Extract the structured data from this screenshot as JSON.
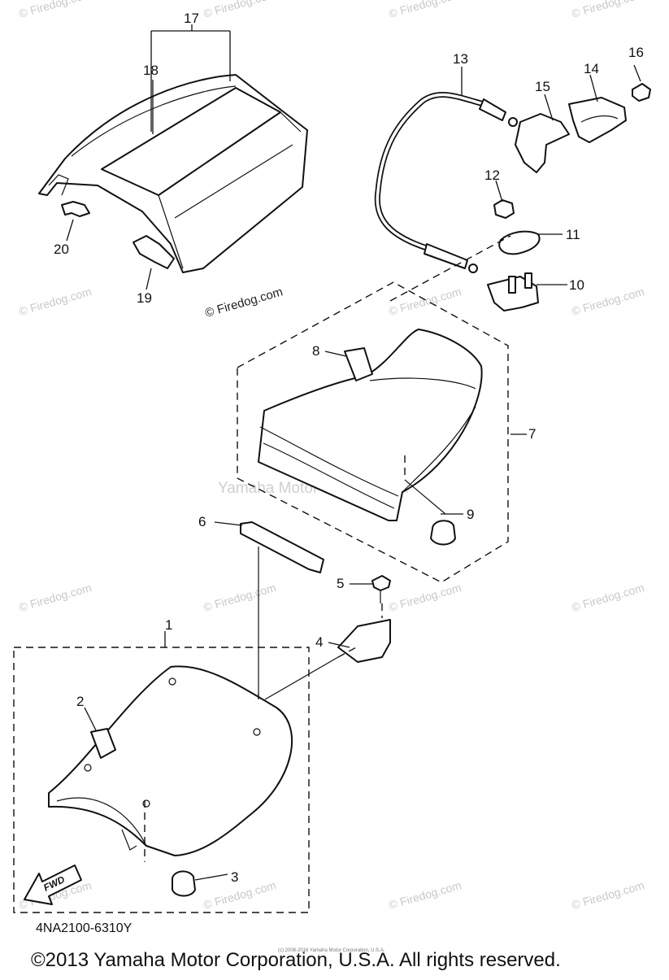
{
  "part_numbers": [
    "1",
    "2",
    "3",
    "4",
    "5",
    "6",
    "7",
    "8",
    "9",
    "10",
    "11",
    "12",
    "13",
    "14",
    "15",
    "16",
    "17",
    "18",
    "19",
    "20"
  ],
  "watermarks": {
    "small": "© Firedog.com",
    "center": "© Firedog.com",
    "yamaha": "Yamaha Motor Corp. U.S.A."
  },
  "diagram_code": "4NA2100-6310Y",
  "fwd_label": "FWD",
  "fine_print": "(c) 2008-2016 Yamaha Motor Corporation, U.S.A.",
  "copyright": "©2013 Yamaha Motor Corporation, U.S.A. All rights reserved."
}
